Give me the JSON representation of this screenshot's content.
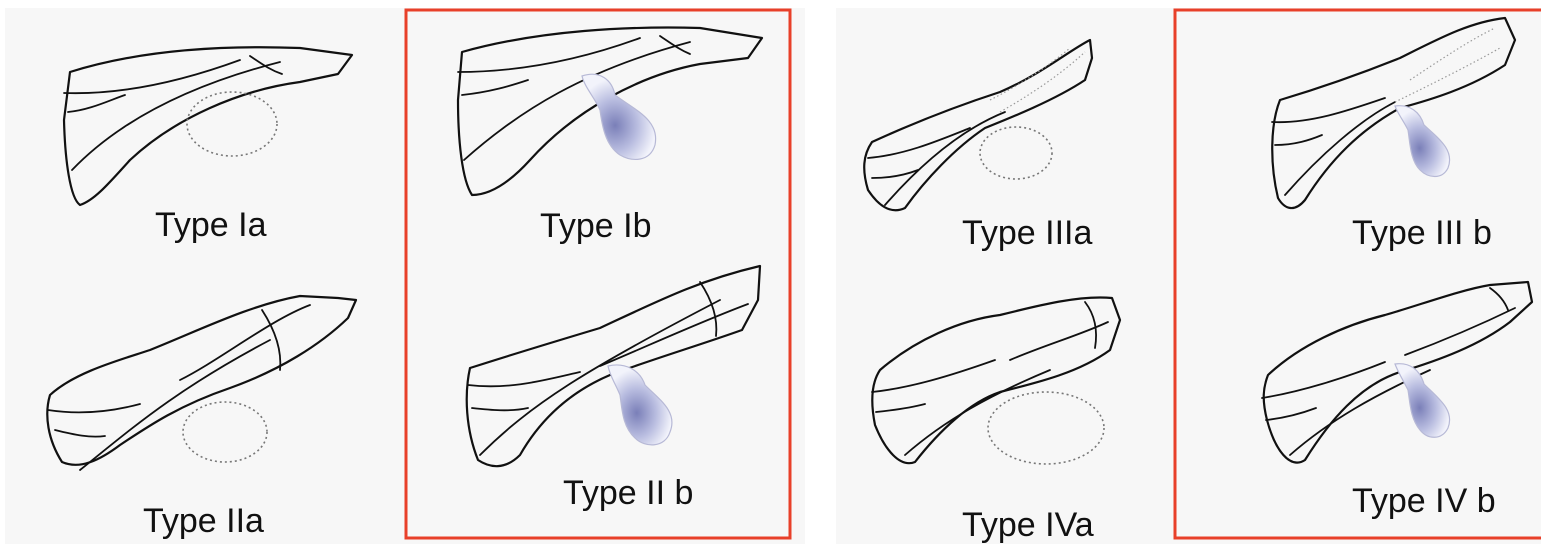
{
  "colors": {
    "highlight_border": "#e8402a",
    "background": "#f7f7f7"
  },
  "labels": {
    "type_ia": "Type Ia",
    "type_ib": "Type Ib",
    "type_iia": "Type IIa",
    "type_iib": "Type II b",
    "type_iiia": "Type IIIa",
    "type_iiib": "Type III b",
    "type_iva": "Type IVa",
    "type_ivb": "Type IV b"
  }
}
